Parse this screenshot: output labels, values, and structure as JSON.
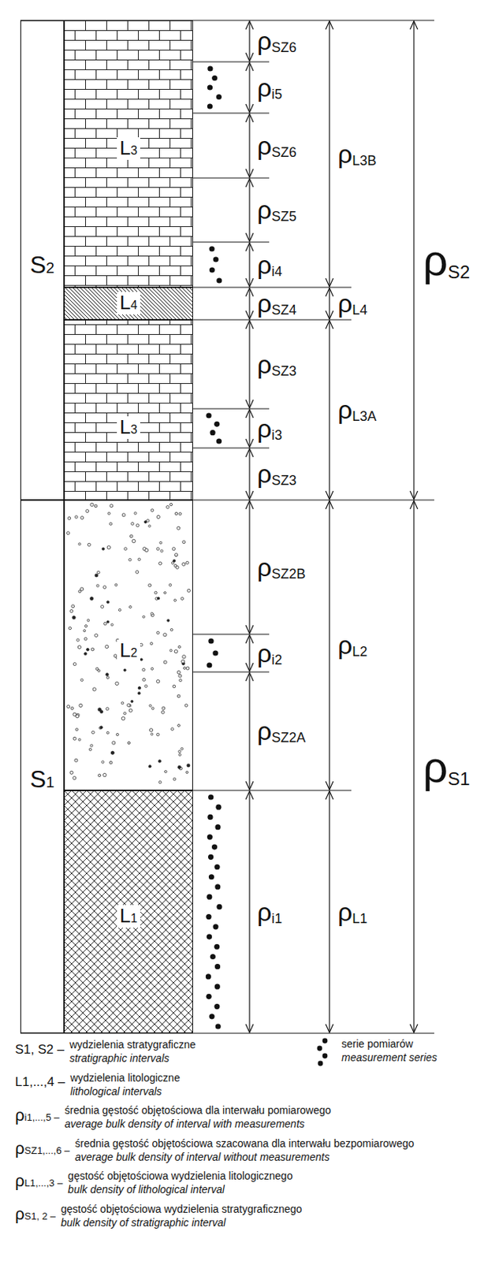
{
  "diagram": {
    "nodes": [
      {
        "text": [
          "S2"
        ]
      },
      {
        "text": [
          "L3"
        ]
      },
      {
        "text": [
          "L4"
        ]
      },
      {
        "text": [
          "L3"
        ]
      },
      {
        "text": [
          "S1"
        ]
      },
      {
        "text": [
          "L2"
        ]
      },
      {
        "text": [
          "L1"
        ]
      }
    ],
    "labels": [
      "ρSZ6",
      "ρi5",
      "ρSZ6",
      "ρSZ5",
      "ρi4",
      "ρSZ4",
      "ρSZ3",
      "ρi3",
      "ρSZ3",
      "ρSZ2B",
      "ρi2",
      "ρSZ2A",
      "ρi1",
      "ρL3B",
      "ρL4",
      "ρL3A",
      "ρL2",
      "ρL1",
      "ρS2",
      "ρS1",
      "S1, S2 –",
      "wydzielenia stratygraficzne",
      "stratigraphic intervals",
      "L1,...,4 –",
      "wydzielenia litologiczne",
      "lithological intervals",
      "ρi1,...,5 –",
      "średnia gęstość objętościowa dla interwału pomiarowego",
      "average bulk density of interval with measurements",
      "ρSZ1,...,6 –",
      "średnia gęstość objętościowa szacowana dla interwału bezpomiarowego",
      "average bulk density of interval without measurements",
      "ρL1,...,3 –",
      "gęstość objętościowa wydzielenia litologicznego",
      "bulk density of lithological interval",
      "ρS1, 2 –",
      "gęstość objętościowa wydzielenia stratygraficznego",
      "bulk density of stratigraphic interval"
    ],
    "legend": [
      {
        "text": "serie pomiarów"
      },
      {
        "text": "measurement series"
      }
    ]
  }
}
